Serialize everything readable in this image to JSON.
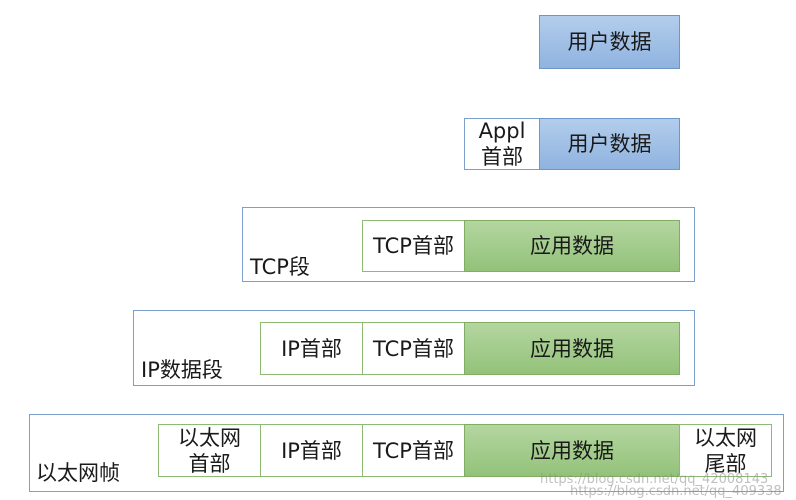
{
  "row1": {
    "user_data": "用户数据"
  },
  "row2": {
    "app_header": "Appl\n首部",
    "user_data": "用户数据"
  },
  "row3": {
    "segment_label": "TCP段",
    "tcp_header": "TCP首部",
    "app_data": "应用数据"
  },
  "row4": {
    "datagram_label": "IP数据段",
    "ip_header": "IP首部",
    "tcp_header": "TCP首部",
    "app_data": "应用数据"
  },
  "row5": {
    "frame_label": "以太网帧",
    "eth_header": "以太网\n首部",
    "ip_header": "IP首部",
    "tcp_header": "TCP首部",
    "app_data": "应用数据",
    "eth_trailer": "以太网\n尾部"
  },
  "watermark": {
    "line1": "https://blog.csdn.net/qq_42008143",
    "line2": "https://blog.csdn.net/qq_409338"
  },
  "colors": {
    "blue_fill": "#9dbde4",
    "green_fill": "#a3cb8c",
    "border_blue": "#7d9fcb",
    "border_green": "#8fba76"
  }
}
